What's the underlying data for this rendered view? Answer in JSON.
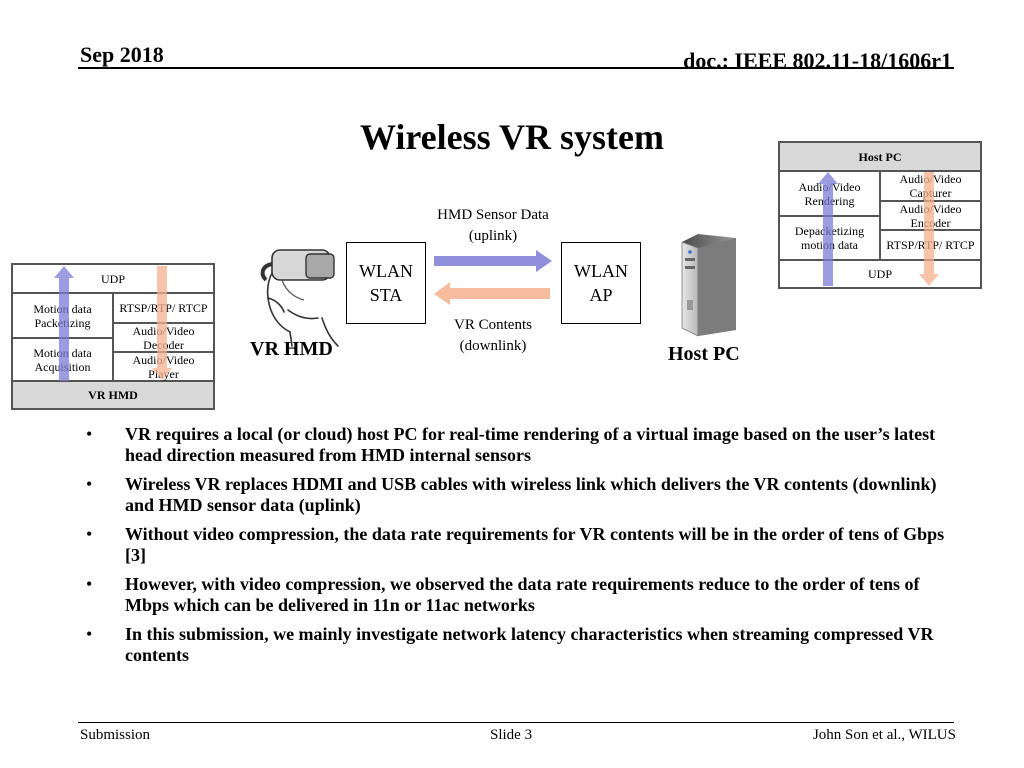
{
  "header": {
    "date": "Sep 2018",
    "doc": "doc.: IEEE 802.11-18/1606r1"
  },
  "title": "Wireless VR system",
  "diagram": {
    "sta_box": [
      "WLAN",
      "STA"
    ],
    "ap_box": [
      "WLAN",
      "AP"
    ],
    "uplink_label": [
      "HMD Sensor Data",
      "(uplink)"
    ],
    "downlink_label": [
      "VR Contents",
      "(downlink)"
    ],
    "hmd_label": "VR HMD",
    "pc_label": "Host PC",
    "uplink_color": "#7b7bd6",
    "downlink_color": "#f5b08c"
  },
  "hmd_stack": {
    "udp": "UDP",
    "motion_packetizing": "Motion data Packetizing",
    "motion_acquisition": "Motion data Acquisition",
    "rtsp": "RTSP/RTP/ RTCP",
    "decoder": "Audio/Video Decoder",
    "player": "Audio/Video Player",
    "footer": "VR HMD"
  },
  "pc_stack": {
    "header": "Host PC",
    "rendering": "Audio/Video Rendering",
    "depacketizing": "Depacketizing motion data",
    "capturer": "Audio/Video Capturer",
    "encoder": "Audio/Video Encoder",
    "rtsp": "RTSP/RTP/ RTCP",
    "udp": "UDP"
  },
  "bullets": [
    "VR requires a local (or cloud) host PC for real-time rendering of a virtual image based on the user’s latest head direction measured from HMD internal sensors",
    "Wireless VR replaces HDMI and USB cables with wireless link which delivers the VR contents (downlink) and HMD sensor data (uplink)",
    "Without video compression, the data rate requirements for VR contents will be in the order of tens of Gbps [3]",
    "However, with video compression, we observed the data rate requirements reduce to the order of tens of Mbps which can be delivered in 11n or 11ac networks",
    "In this submission, we mainly investigate network latency characteristics when streaming compressed VR contents"
  ],
  "bullet_symbol": "•",
  "footer": {
    "left": "Submission",
    "center": "Slide 3",
    "right": "John Son et al., WILUS"
  }
}
